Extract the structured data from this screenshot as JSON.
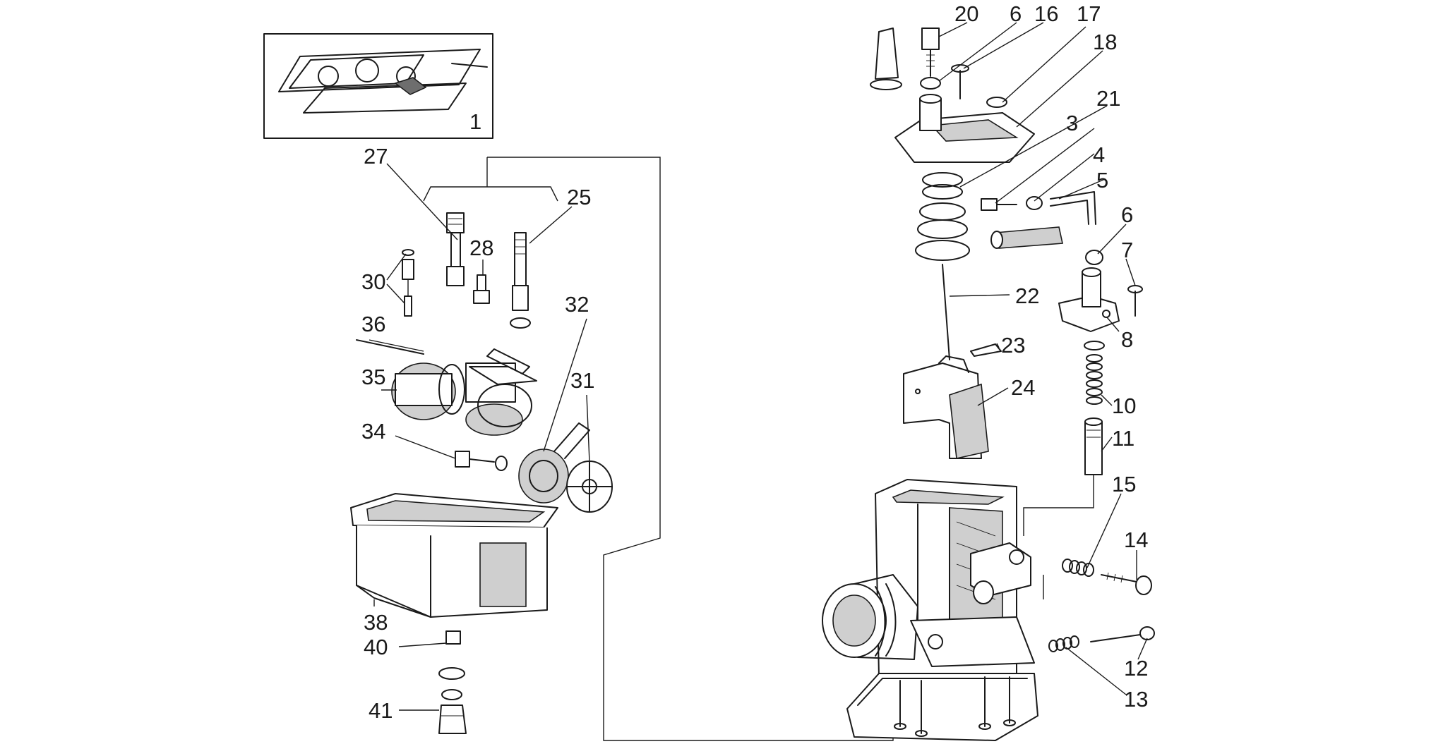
{
  "diagram": {
    "kind": "exploded-parts-view",
    "callouts": [
      "1",
      "3",
      "4",
      "5",
      "6",
      "6",
      "7",
      "8",
      "10",
      "11",
      "12",
      "13",
      "14",
      "15",
      "16",
      "17",
      "18",
      "20",
      "21",
      "22",
      "23",
      "24",
      "25",
      "27",
      "28",
      "30",
      "31",
      "32",
      "34",
      "35",
      "36",
      "38",
      "40",
      "41"
    ]
  }
}
